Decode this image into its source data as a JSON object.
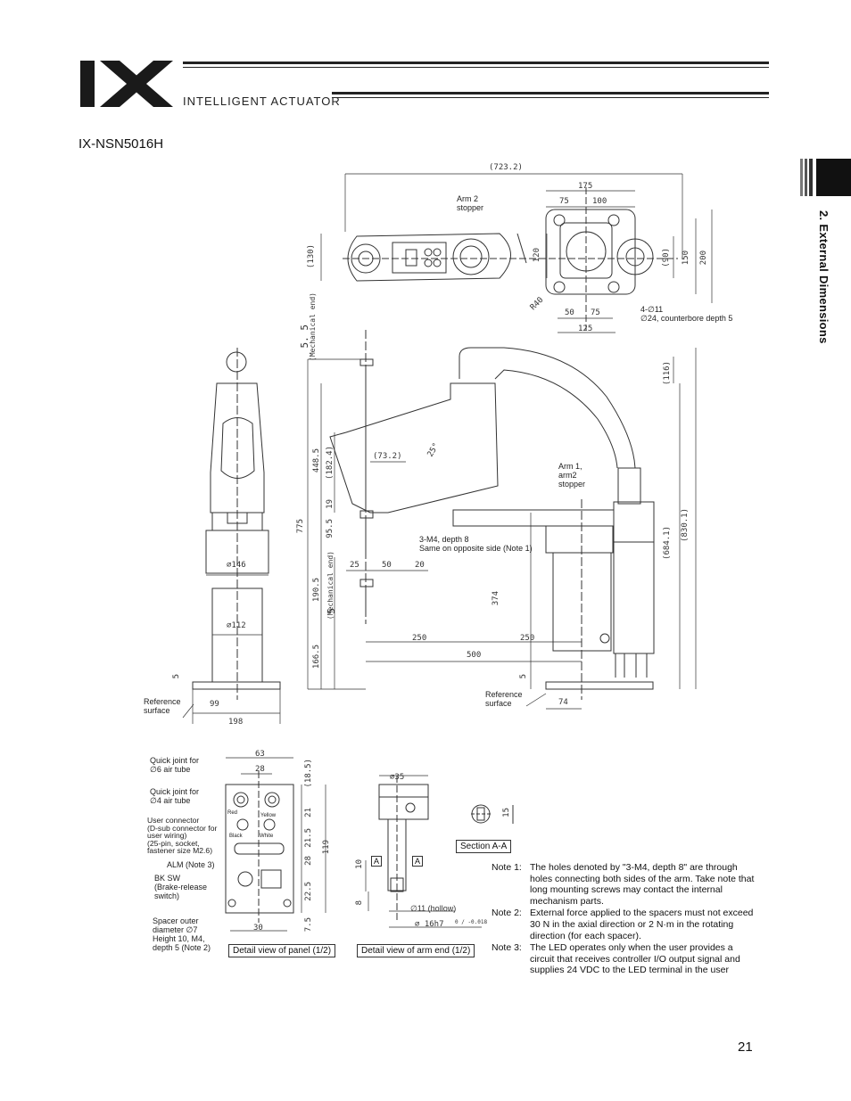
{
  "header": {
    "brand_text": "INTELLIGENT ACTUATOR",
    "logo_text": "IX"
  },
  "model": "IX-NSN5016H",
  "section_title": "2. External Dimensions",
  "page_number": "21",
  "top_view": {
    "dims": [
      "(723.2)",
      "175",
      "75",
      "100",
      "(130)",
      "120",
      "(90)",
      "150",
      "200",
      "R40",
      "50",
      "75",
      "125"
    ],
    "labels": {
      "arm2_stopper": "Arm 2\nstopper",
      "holes": "4-∅11\n∅24, counterbore depth 5"
    }
  },
  "front_view": {
    "dims": [
      "∅146",
      "∅112",
      "5",
      "99",
      "198"
    ],
    "reference_surface": "Reference\nsurface"
  },
  "side_view": {
    "dims": [
      "5. 5",
      "448.5",
      "(182.4)",
      "19",
      "(73.2)",
      "25°",
      "775",
      "95.5",
      "(116)",
      "(830.1)",
      "(684.1)",
      "190.5",
      "374",
      "166.5",
      "25",
      "50",
      "20",
      "250",
      "250",
      "500",
      "5",
      "74"
    ],
    "mech_end_top": "(Mechanical end)",
    "mech_end_bottom": "(Mechanical end)",
    "mech_end_bottom_num": "5",
    "arm_stopper": "Arm 1,\narm2\nstopper",
    "tapped_holes": "3-M4, depth 8\nSame on opposite side (Note 1)",
    "reference_surface": "Reference\nsurface"
  },
  "panel_detail": {
    "dims": [
      "63",
      "28",
      "(18.5)",
      "21",
      "21.5",
      "119",
      "28",
      "22.5",
      "7.5",
      "30"
    ],
    "labels": {
      "quick6": "Quick joint for\n∅6 air tube",
      "quick4": "Quick joint for\n∅4 air tube",
      "user_conn": "User connector\n(D-sub connector for\nuser wiring)\n(25-pin, socket,\nfastener size M2.6)",
      "alm": "ALM (Note 3)",
      "bksw": "BK SW\n(Brake-release\nswitch)",
      "spacer": "Spacer outer\ndiameter ∅7\nHeight 10, M4,\ndepth 5 (Note 2)",
      "red": "Red",
      "yellow": "Yellow",
      "black": "Black",
      "white": "White"
    },
    "caption": "Detail view of panel (1/2)"
  },
  "arm_end_detail": {
    "dims": [
      "∅35",
      "10",
      "8",
      "∅11 (hollow)",
      "∅ 16h7"
    ],
    "tolerance": "0 / -0.018",
    "section_marks": [
      "A",
      "A"
    ],
    "caption": "Detail view of arm end (1/2)"
  },
  "section_aa": {
    "label": "Section A-A",
    "dim": "15"
  },
  "notes": [
    {
      "key": "Note 1:",
      "text": "The holes denoted by \"3-M4, depth 8\" are through holes connecting both sides of the arm. Take note that long mounting screws may contact the internal mechanism parts."
    },
    {
      "key": "Note 2:",
      "text": "External force applied to the spacers must not exceed 30 N in the axial direction or 2 N·m in the rotating direction (for each spacer)."
    },
    {
      "key": "Note 3:",
      "text": "The LED operates only when the user provides a circuit that receives controller I/O output signal and supplies 24 VDC to the LED terminal in the user"
    }
  ]
}
